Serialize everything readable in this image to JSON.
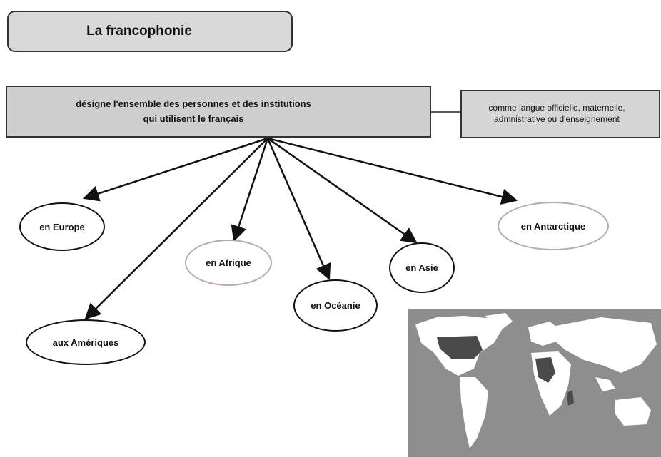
{
  "title": "La francophonie",
  "definition": {
    "line1": "désigne l'ensemble des personnes et des institutions",
    "line2": "qui utilisent le français"
  },
  "note": {
    "line1": "comme langue officielle, maternelle,",
    "line2": "admnistrative ou d'enseignement"
  },
  "regions": {
    "europe": "en Europe",
    "ameriques": "aux Amériques",
    "afrique": "en Afrique",
    "oceanie": "en Océanie",
    "asie": "en Asie",
    "antarctique": "en Antarctique"
  },
  "map": {
    "icon": "world-map-image",
    "colors": {
      "ocean": "#8e8e8e",
      "land": "#ffffff",
      "francophone": "#4a4a4a"
    }
  }
}
